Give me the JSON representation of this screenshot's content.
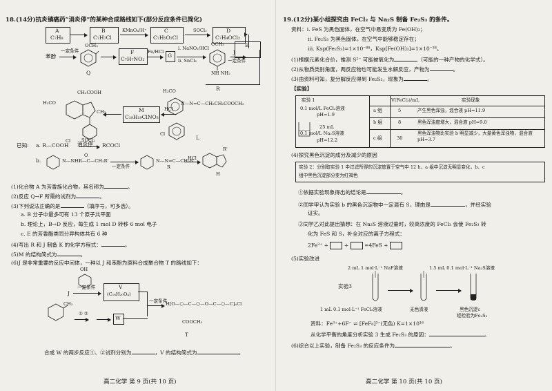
{
  "q18": {
    "title": "18.(14分)抗炎镇痛药“消炎停”的某种合成路线如下(部分反应条件已简化)",
    "box_A": [
      "A",
      "C₇H₈"
    ],
    "box_B": [
      "B",
      "C₇H₇Cl"
    ],
    "box_C": [
      "C",
      "C₇H₅O₂Cl"
    ],
    "box_D": [
      "D",
      "C₇H₄OCl₂"
    ],
    "box_E": [
      "E"
    ],
    "box_F": [
      "F",
      "C₇H₇NO₂"
    ],
    "box_G": [
      "G"
    ],
    "box_M": [
      "M",
      "C₁₉H₁₉ClNO₃"
    ],
    "reagent_AB": "",
    "reagent_BC": "KMnO₄/H⁺",
    "reagent_CD": "SOCl₂",
    "reagent_phenol": "一定条件",
    "reagent_FG": "Fe/HCl",
    "reagent_GR1": "i. NaNO₂/HCl",
    "reagent_GR2": "ii. SnCl₂",
    "reagent_RJ": "J",
    "reagent_RJ2": "一定条件",
    "reagent_LM": "HCl",
    "reagent_M": "",
    "phenol": "苯酚",
    "ochs": "OCH₃",
    "label_Q": "Q",
    "label_R": "R",
    "label_L": "L",
    "label_xiaoyanting": "消炎停",
    "nh_nh2": "NH NH₂",
    "ch2cooh": "CH₂COOH",
    "h3co": "H₃CO",
    "ch3": "CH₃",
    "cl": "Cl",
    "l_chain": "N—N=C—CH₂CH₂COOCH₃",
    "l_h3co": "H₃CO",
    "known_title": "已知:",
    "known_a": "a. R—COOH",
    "known_a_reagent": "SOCl₂",
    "known_a_product": "RCOCl",
    "known_b": "b.",
    "known_b_nh": "N—NH₂",
    "known_b_ketone": "R—C—CH₂R'",
    "known_b_o": "O",
    "known_b_cond": "一定条件",
    "known_b_product": "N—N=C—CH₂R'",
    "known_b_hcl": "HCl",
    "known_b_r": "R",
    "known_b_rp": "R'",
    "known_b_h": "H",
    "q1": "(1)化合物 A 为芳香族化合物，其名称为",
    "q2": "(2)反应 Q→F 所需的试剂为",
    "q3": "(3)下列说法正确的是",
    "q3b": "（填序号，可多选）。",
    "q3a": "a. B 分子中最多可有 13 个原子共平面",
    "q3bb": "b. 理论上，B→D 反应，每生成 1 mol D 转移 6 mol 电子",
    "q3c": "c. E 的芳香酯类同分异构体共有 6 种",
    "q4": "(4)写出 R 和 J 制备 K 的化学方程式：",
    "q5": "(5)M 的结构简式为",
    "q6": "(6)J 是非常重要的反应中间体，一种以 J 和苯酚为原料合成聚合物 T 的路线如下：",
    "oh": "OH",
    "box_V": [
      "V",
      "(C₁₈H₂₀O₄)"
    ],
    "box_W": [
      "W"
    ],
    "j_label": "J",
    "j_cond": "一定条件",
    "w_steps": "①      ②",
    "v_cond": "一定条件",
    "t_formula": "H[O—⬡—C—⬡—O—C—⬡—C]ₙCl",
    "t_coo": "COOCH₃",
    "t_label": "T",
    "q6_end_1": "合成 W 的两步反应①、②试剂分别为",
    "q6_end_2": "，V 的结构简式为",
    "footer_left": "高二化学  第 9 页(共 10 页)"
  },
  "q19": {
    "title": "19.(12分)某小组探究由 FeCl₃ 与 Na₂S 制备 Fe₂S₃ 的条件。",
    "info1": "资料：ⅰ. FeS 为黑色固体，在空气中易变质为 Fe(OH)₃；",
    "info2": "ⅱ. Fe₂S₃ 为黑色固体，在空气中能够稳定存在；",
    "info3": "ⅲ. Ksp(Fe₂S₃)=1×10⁻⁸⁸，Ksp[Fe(OH)₃]=1×10⁻³⁸。",
    "p1": "(1)根据元素化合价，推测 S²⁻ 可能被氧化为",
    "p1b": "（可能的一种产物的化学式）。",
    "p2": "(2)从物质类别角度，两反应物也可能发生水解反应，产物为",
    "p3": "(3)由资料可知，复分解反应得到 Fe₂S₃，现象为",
    "exp_title": "【实验】",
    "exp1": "实验 1",
    "exp1_fe": "0.1 mol/L FeCl₃溶液",
    "exp1_ph": "pH=1.9",
    "exp1_vol": "25 mL",
    "exp1_na": "0.1 mol/L Na₂S溶液",
    "exp1_ph2": "pH=12.2",
    "th_v": "V(FeCl₃)/mL",
    "th_obs": "实验现象",
    "rows": [
      {
        "g": "a 组",
        "v": "5",
        "obs": "产生黑色浑浊，混合液 pH=11.9"
      },
      {
        "g": "b 组",
        "v": "8",
        "obs": "黑色浑浊度增大，混合液 pH=9.0"
      },
      {
        "g": "c 组",
        "v": "30",
        "obs": "黑色浑浊物比实验 b 明显减少，大量黄色浑浊物，混合液 pH=3.7"
      }
    ],
    "p4": "(4)探究黑色沉淀的成分及减少的原因",
    "exp2": "实验 2：分别取实验 1 中过滤所得的沉淀放置于空气中 12 h，a 组中沉淀无明显变化，b、c",
    "exp2b": "组中黑色沉淀部分变为红褐色",
    "p4_1": "①依据实验现象得出的结论是",
    "p4_2": "②同学甲认为实验 b 的黑色沉淀物中一定混有 S，理由是",
    "p4_2b": "，并经实验",
    "p4_2c": "证实。",
    "p4_3": "③同学乙对此提出猜想：在 Na₂S 溶液过量时，较高浓度的 FeCl₃ 会使 Fe₂S₃ 转",
    "p4_3b": "化为 FeS 和 S，补全对应的离子方程式：",
    "eq_left": "2Fe³⁺ +",
    "eq_mid": "+",
    "eq_right": "=4FeS +",
    "p5": "(5)实验改进",
    "r1": "2 mL 1 mol·L⁻¹ NaF溶液",
    "r2": "1.5 mL 0.1 mol·L⁻¹ Na₂S溶液",
    "exp3": "实验3",
    "r3": "1 mL 0.1 mol·L⁻¹ FeCl₃溶液",
    "r4": "无色清液",
    "r5": "黑色沉淀c",
    "r6": "经检验为Fe₂S₃",
    "info_f": "资料：Fe³⁺+6F⁻ ⇌ [FeF₆]³⁻(无色)   K=1×10¹⁶",
    "p5a": "从化学平衡的角度分析实验 3 生成 Fe₂S₃ 的原因：",
    "p6": "(6)综合以上实验，制备 Fe₂S₃ 的反应条件为",
    "footer_right": "高二化学  第 10 页(共 10 页)"
  }
}
